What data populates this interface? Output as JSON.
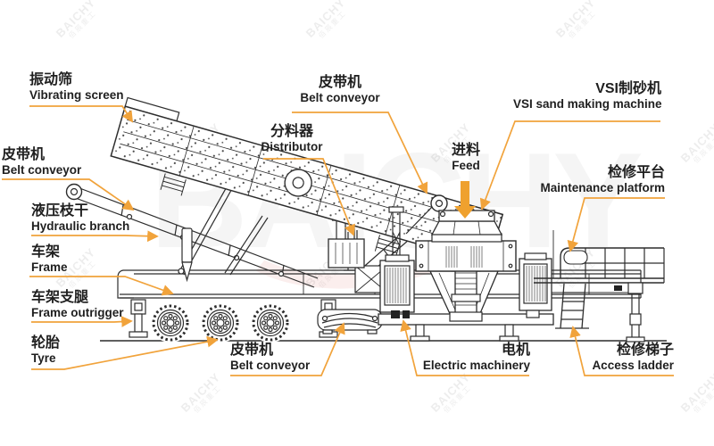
{
  "watermark": {
    "brand": "BAICHY",
    "brand_sub": "佰辰重工",
    "center_text": "BAICHY"
  },
  "colors": {
    "leader": "#F1A33B",
    "feed_arrow": "#EFA12E",
    "ink": "#2d2d2d",
    "watermark": "#7d7d7d"
  },
  "labels": {
    "vibrating_screen": {
      "zh": "振动筛",
      "en": "Vibrating screen"
    },
    "belt_conveyor_left": {
      "zh": "皮带机",
      "en": "Belt conveyor"
    },
    "hydraulic_branch": {
      "zh": "液压枝干",
      "en": "Hydraulic branch"
    },
    "frame": {
      "zh": "车架",
      "en": "Frame"
    },
    "frame_outrigger": {
      "zh": "车架支腿",
      "en": "Frame outrigger"
    },
    "tyre": {
      "zh": "轮胎",
      "en": "Tyre"
    },
    "belt_conveyor_top": {
      "zh": "皮带机",
      "en": "Belt conveyor"
    },
    "distributor": {
      "zh": "分料器",
      "en": "Distributor"
    },
    "feed": {
      "zh": "进料",
      "en": "Feed"
    },
    "vsi_machine": {
      "zh": "VSI制砂机",
      "en": "VSI sand making machine"
    },
    "maintenance_platform": {
      "zh": "检修平台",
      "en": "Maintenance platform"
    },
    "belt_conveyor_bottom": {
      "zh": "皮带机",
      "en": "Belt conveyor"
    },
    "electric_machinery": {
      "zh": "电机",
      "en": "Electric machinery"
    },
    "access_ladder": {
      "zh": "检修梯子",
      "en": "Access ladder"
    }
  }
}
